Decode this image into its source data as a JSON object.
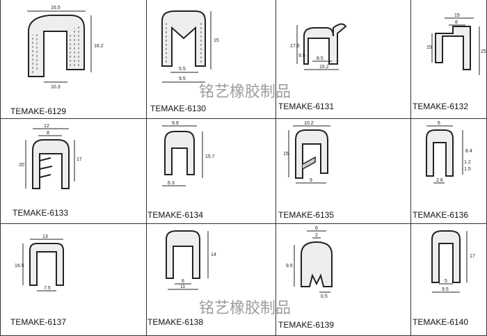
{
  "watermark": "铭艺橡胶制品",
  "products": [
    {
      "code": "TEMAKE-6129",
      "dims": [
        "16.5",
        "16.2",
        "10.3"
      ]
    },
    {
      "code": "TEMAKE-6130",
      "dims": [
        "15",
        "5.5",
        "9.5"
      ]
    },
    {
      "code": "TEMAKE-6131",
      "dims": [
        "17.6",
        "9.5",
        "8.5",
        "15.2"
      ]
    },
    {
      "code": "TEMAKE-6132",
      "dims": [
        "15",
        "8",
        "15",
        "25"
      ]
    },
    {
      "code": "TEMAKE-6133",
      "dims": [
        "12",
        "8",
        "20",
        "17"
      ]
    },
    {
      "code": "TEMAKE-6134",
      "dims": [
        "9.9",
        "15.7",
        "6.3"
      ]
    },
    {
      "code": "TEMAKE-6135",
      "dims": [
        "10.2",
        "15",
        "9"
      ]
    },
    {
      "code": "TEMAKE-6136",
      "dims": [
        "6",
        "8.4",
        "1.2",
        "1.5",
        "2.6"
      ]
    },
    {
      "code": "TEMAKE-6137",
      "dims": [
        "13",
        "16.5",
        "7.5"
      ]
    },
    {
      "code": "TEMAKE-6138",
      "dims": [
        "14",
        "6",
        "11"
      ]
    },
    {
      "code": "TEMAKE-6139",
      "dims": [
        "6",
        "2",
        "9.5",
        "0.5"
      ]
    },
    {
      "code": "TEMAKE-6140",
      "dims": [
        "17",
        "5",
        "9.5"
      ]
    }
  ],
  "colors": {
    "line": "#2e3338",
    "hatch": "#555555",
    "watermark": "#8c8c8c"
  }
}
